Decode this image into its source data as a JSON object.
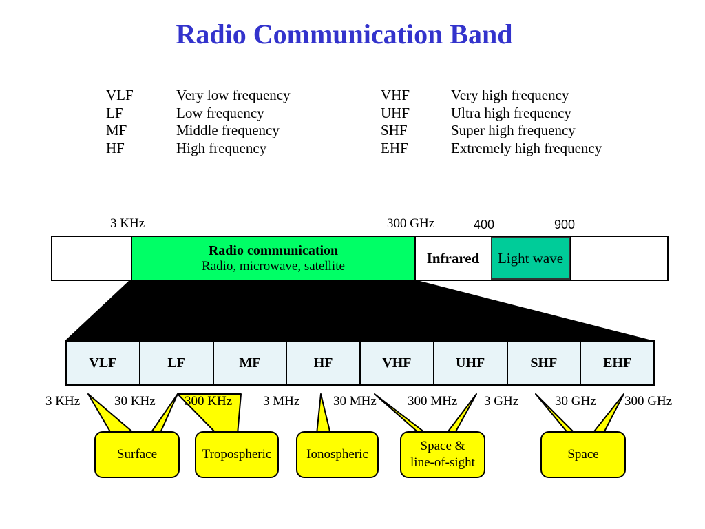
{
  "title": "Radio Communication Band",
  "glossary": {
    "left": [
      {
        "abbr": "VLF",
        "full": "Very low frequency"
      },
      {
        "abbr": "LF",
        "full": "Low frequency"
      },
      {
        "abbr": "MF",
        "full": "Middle frequency"
      },
      {
        "abbr": "HF",
        "full": "High frequency"
      }
    ],
    "right": [
      {
        "abbr": "VHF",
        "full": "Very high frequency"
      },
      {
        "abbr": "UHF",
        "full": "Ultra high frequency"
      },
      {
        "abbr": "SHF",
        "full": "Super high frequency"
      },
      {
        "abbr": "EHF",
        "full": "Extremely high frequency"
      }
    ]
  },
  "spectrum": {
    "start_label": "3 KHz",
    "end_label": "300 GHz",
    "ir_start": "400",
    "ir_end": "900",
    "radio_title": "Radio communication",
    "radio_subtitle": "Radio, microwave, satellite",
    "infrared": "Infrared",
    "light": "Light wave"
  },
  "bands": [
    "VLF",
    "LF",
    "MF",
    "HF",
    "VHF",
    "UHF",
    "SHF",
    "EHF"
  ],
  "band_edges": [
    "3 KHz",
    "30 KHz",
    "300 KHz",
    "3 MHz",
    "30 MHz",
    "300 MHz",
    "3 GHz",
    "30 GHz",
    "300 GHz"
  ],
  "propagation": [
    {
      "label": "Surface"
    },
    {
      "label": "Tropospheric"
    },
    {
      "label": "Ionospheric"
    },
    {
      "label": "Space &\nline-of-sight"
    },
    {
      "label": "Space"
    }
  ],
  "colors": {
    "title": "#3333cc",
    "radio_band": "#00ff66",
    "light_band": "#00cc99",
    "bands_bg": "#e8f4f8",
    "bubble": "#ffff00"
  }
}
